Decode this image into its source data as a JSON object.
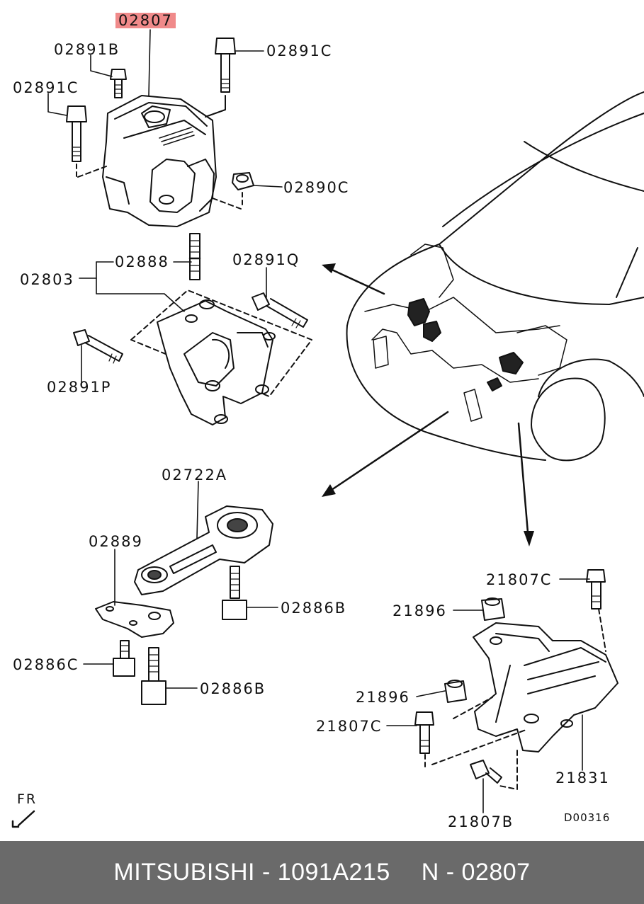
{
  "labels": {
    "top_mount": "02807",
    "bolt_b_top": "02891B",
    "bolt_c_top_right": "02891C",
    "bolt_c_top_left": "02891C",
    "nut_c": "02890C",
    "stud": "02888",
    "bracket": "02803",
    "bolt_q": "02891Q",
    "bolt_p": "02891P",
    "roll_rod": "02722A",
    "plate": "02889",
    "bolt_b_mid": "02886B",
    "bolt_c_low": "02886C",
    "bolt_b_low": "02886B",
    "r_bolt_c_top": "21807C",
    "r_nut_top": "21896",
    "r_nut_mid": "21896",
    "r_bolt_c_left": "21807C",
    "r_mount": "21831",
    "r_bolt_b": "21807B",
    "diagram_code": "D00316",
    "front_marker": "FR"
  },
  "footer": {
    "brand_part": "MITSUBISHI - 1091A215",
    "ref": "N - 02807"
  },
  "colors": {
    "highlight": "#f08a8a",
    "footer_bg": "#6a6a6a",
    "footer_text": "#ffffff",
    "line": "#111111"
  }
}
